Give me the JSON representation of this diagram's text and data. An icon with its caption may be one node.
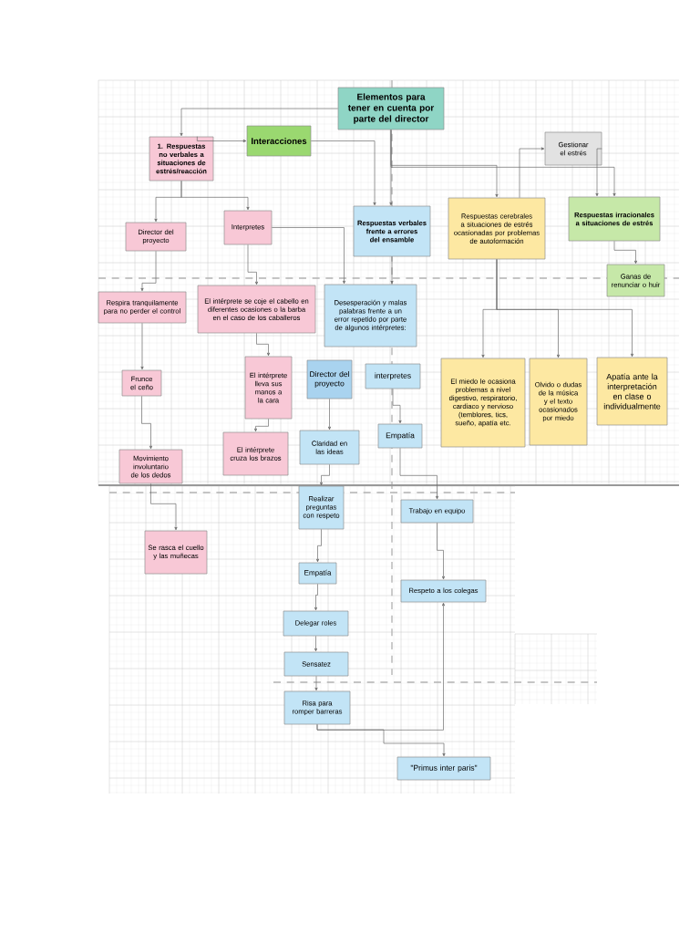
{
  "diagram": {
    "nodes": [
      {
        "text": [
          "Elementos para tener en cuenta por parte del director"
        ]
      },
      {
        "text": [
          "1. Respuestas no verbales a situaciones de estrés/reacción"
        ]
      },
      {
        "text": [
          "Interacciones"
        ]
      },
      {
        "text": [
          "Gestionar el estrés"
        ]
      },
      {
        "text": [
          "Director del proyecto"
        ]
      },
      {
        "text": [
          "Interpretes"
        ]
      },
      {
        "text": [
          "Respuestas verbales frente a errores del ensamble"
        ]
      },
      {
        "text": [
          "Respuestas cerebrales a situaciones de estrés ocasionadas por problemas de autoformación"
        ]
      },
      {
        "text": [
          "Respuestas irracionales a situaciones de estrés"
        ]
      },
      {
        "text": [
          "Ganas de renunciar o huir"
        ]
      },
      {
        "text": [
          "Respira tranquilamente para no perder el control"
        ]
      },
      {
        "text": [
          "El intérprete se coje el cabello en diferentes ocasiones o la barba en el caso de los caballeros"
        ]
      },
      {
        "text": [
          "Desesperación y malas palabras frente a un error repetido por parte de algunos intérpretes:"
        ]
      },
      {
        "text": [
          "Frunce el ceño"
        ]
      },
      {
        "text": [
          "El intérprete lleva sus manos a la cara"
        ]
      },
      {
        "text": [
          "Director del proyecto"
        ]
      },
      {
        "text": [
          "interpretes"
        ]
      },
      {
        "text": [
          "El miedo le ocasiona problemas a nivel digestivo, respiratorio, cardiaco y nervioso (temblores, tics, sueño, apatía etc."
        ]
      },
      {
        "text": [
          "Olvido o dudas de la música y el texto ocasionados por miedo"
        ]
      },
      {
        "text": [
          "Apatía ante la interpretación en clase o individualmente"
        ]
      },
      {
        "text": [
          "Empatía"
        ]
      },
      {
        "text": [
          "Movimiento involuntario de los dedos"
        ]
      },
      {
        "text": [
          "El intérprete cruza los brazos"
        ]
      },
      {
        "text": [
          "Claridad en las ideas"
        ]
      },
      {
        "text": [
          "Realizar preguntas con respeto"
        ]
      },
      {
        "text": [
          "Trabajo en equipo"
        ]
      },
      {
        "text": [
          "Se rasca el cuello y las muñecas"
        ]
      },
      {
        "text": [
          "Empatía"
        ]
      },
      {
        "text": [
          "Respeto a los colegas"
        ]
      },
      {
        "text": [
          "Delegar roles"
        ]
      },
      {
        "text": [
          "Sensatez"
        ]
      },
      {
        "text": [
          "Risa  para romper barreras"
        ]
      },
      {
        "text": [
          "\"Primus inter paris\""
        ]
      }
    ],
    "edges": [
      {
        "from": 0,
        "to": 1,
        "arrow": "to"
      },
      {
        "from": 1,
        "to": 2,
        "arrow": "to"
      },
      {
        "from": 2,
        "to": 6,
        "arrow": "to"
      },
      {
        "from": 0,
        "to": 6,
        "arrow": "to"
      },
      {
        "from": 0,
        "to": 7,
        "arrow": "to"
      },
      {
        "from": 7,
        "to": 3,
        "arrow": "to"
      },
      {
        "from": 3,
        "to": 8,
        "arrow": "to"
      },
      {
        "from": 0,
        "to": 8,
        "arrow": "to"
      },
      {
        "from": 1,
        "to": 4,
        "arrow": "to"
      },
      {
        "from": 1,
        "to": 5,
        "arrow": "to"
      },
      {
        "from": 8,
        "to": 9,
        "arrow": "to"
      },
      {
        "from": 4,
        "to": 10,
        "arrow": "to"
      },
      {
        "from": 5,
        "to": 11,
        "arrow": "to"
      },
      {
        "from": 5,
        "to": 12,
        "arrow": "to"
      },
      {
        "from": 6,
        "to": 12,
        "arrow": "to"
      },
      {
        "from": 7,
        "to": 17,
        "arrow": "to"
      },
      {
        "from": 7,
        "to": 18,
        "arrow": "to"
      },
      {
        "from": 7,
        "to": 19,
        "arrow": "to"
      },
      {
        "from": 10,
        "to": 13,
        "arrow": "to"
      },
      {
        "from": 13,
        "to": 21,
        "arrow": "to"
      },
      {
        "from": 21,
        "to": 26,
        "arrow": "to"
      },
      {
        "from": 11,
        "to": 14,
        "arrow": "to"
      },
      {
        "from": 14,
        "to": 22,
        "arrow": "to"
      },
      {
        "from": 15,
        "to": 23,
        "arrow": "to"
      },
      {
        "from": 16,
        "to": 20,
        "arrow": "to"
      },
      {
        "from": 23,
        "to": 24,
        "arrow": "to"
      },
      {
        "from": 20,
        "to": 25,
        "arrow": "to"
      },
      {
        "from": 24,
        "to": 27,
        "arrow": "to"
      },
      {
        "from": 27,
        "to": 29,
        "arrow": "to"
      },
      {
        "from": 29,
        "to": 30,
        "arrow": "to"
      },
      {
        "from": 30,
        "to": 31,
        "arrow": "to"
      },
      {
        "from": 25,
        "to": 28,
        "arrow": "to"
      },
      {
        "from": 31,
        "to": 32,
        "arrow": "to"
      },
      {
        "from": 31,
        "to": 28,
        "arrow": "to"
      }
    ]
  }
}
